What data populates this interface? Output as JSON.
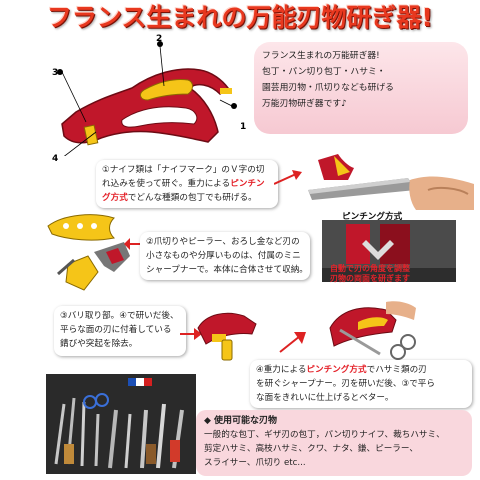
{
  "title": "フランス生まれの万能刃物研ぎ器!",
  "intro": {
    "lines": [
      "フランス生まれの万能研ぎ器!",
      "包丁・パン切り包丁・ハサミ・",
      "園芸用刃物・爪切りなども研げる",
      "万能刃物研ぎ器です♪"
    ]
  },
  "callouts": [
    "1",
    "2",
    "3",
    "4"
  ],
  "step1": {
    "line1": "①ナイフ類は「ナイフマーク」のＶ字の切",
    "line2": "れ込みを使って研ぐ。重力による",
    "highlight1": "ピンチン",
    "highlight2": "グ方式",
    "line3": "でどんな種類の包丁でも研げる。"
  },
  "step2": {
    "lines": [
      "②爪切りやピーラー、おろし金など刃の",
      "小さなものや分厚いものは、付属のミニ",
      "シャープナーで。本体に合体させて収納。"
    ]
  },
  "step3": {
    "lines": [
      "③バリ取り部。④で研いだ後、",
      "平らな面の刃に付着している",
      "錆びや突起を除去。"
    ]
  },
  "step4": {
    "prefix": "④重力による",
    "highlight": "ピンチング方式",
    "suffix": "でハサミ類の刃",
    "line2": "を研ぐシャープナー。刃を研いだ後、③で平ら",
    "line3": "な面をきれいに仕上げるとベター。"
  },
  "pinching": {
    "label": "ピンチング方式",
    "caption1": "自動で刃の角度を調整",
    "caption2": "刃物の両面を研ぎます"
  },
  "features": {
    "title": "◆ 使用可能な刃物",
    "lines": [
      "一般的な包丁、ギザ刃の包丁，パン切りナイフ、裁ちハサミ、",
      "剪定ハサミ、高枝ハサミ、クワ、ナタ、鎌、ピーラー、",
      "スライサー、爪切り etc..."
    ]
  },
  "colors": {
    "title_red": "#e8381f",
    "sharpener_red": "#c0172a",
    "sharpener_yellow": "#f5c518",
    "highlight_red": "#e4222a",
    "pink_panel": "#f9d7dd"
  }
}
